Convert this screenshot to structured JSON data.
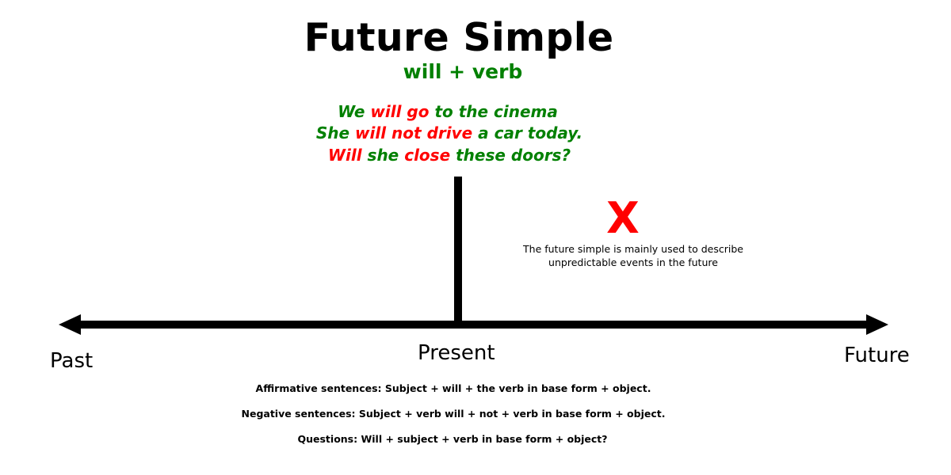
{
  "colors": {
    "text": "#000000",
    "highlight_green": "#008000",
    "highlight_red": "#ff0000",
    "background": "#ffffff"
  },
  "header": {
    "title": "Future Simple",
    "subtitle": "will + verb"
  },
  "examples": [
    {
      "segments": [
        {
          "text": "We ",
          "color": "green"
        },
        {
          "text": "will go",
          "color": "red"
        },
        {
          "text": " to the cinema",
          "color": "green"
        }
      ]
    },
    {
      "segments": [
        {
          "text": "She ",
          "color": "green"
        },
        {
          "text": "will not drive",
          "color": "red"
        },
        {
          "text": " a car today.",
          "color": "green"
        }
      ]
    },
    {
      "segments": [
        {
          "text": "Will",
          "color": "red"
        },
        {
          "text": " she ",
          "color": "green"
        },
        {
          "text": "close",
          "color": "red"
        },
        {
          "text": " these doors?",
          "color": "green"
        }
      ]
    }
  ],
  "timeline": {
    "labels": {
      "past": "Past",
      "present": "Present",
      "future": "Future"
    },
    "marker": {
      "icon": "x-mark-icon",
      "glyph": "X",
      "note_line1": "The future simple is mainly used to describe",
      "note_line2": "unpredictable events in the future"
    }
  },
  "rules": [
    "Affirmative sentences: Subject + will + the verb in base form + object.",
    "Negative sentences: Subject + verb will + not + verb in base form + object.",
    "Questions: Will + subject + verb in base form + object?"
  ]
}
